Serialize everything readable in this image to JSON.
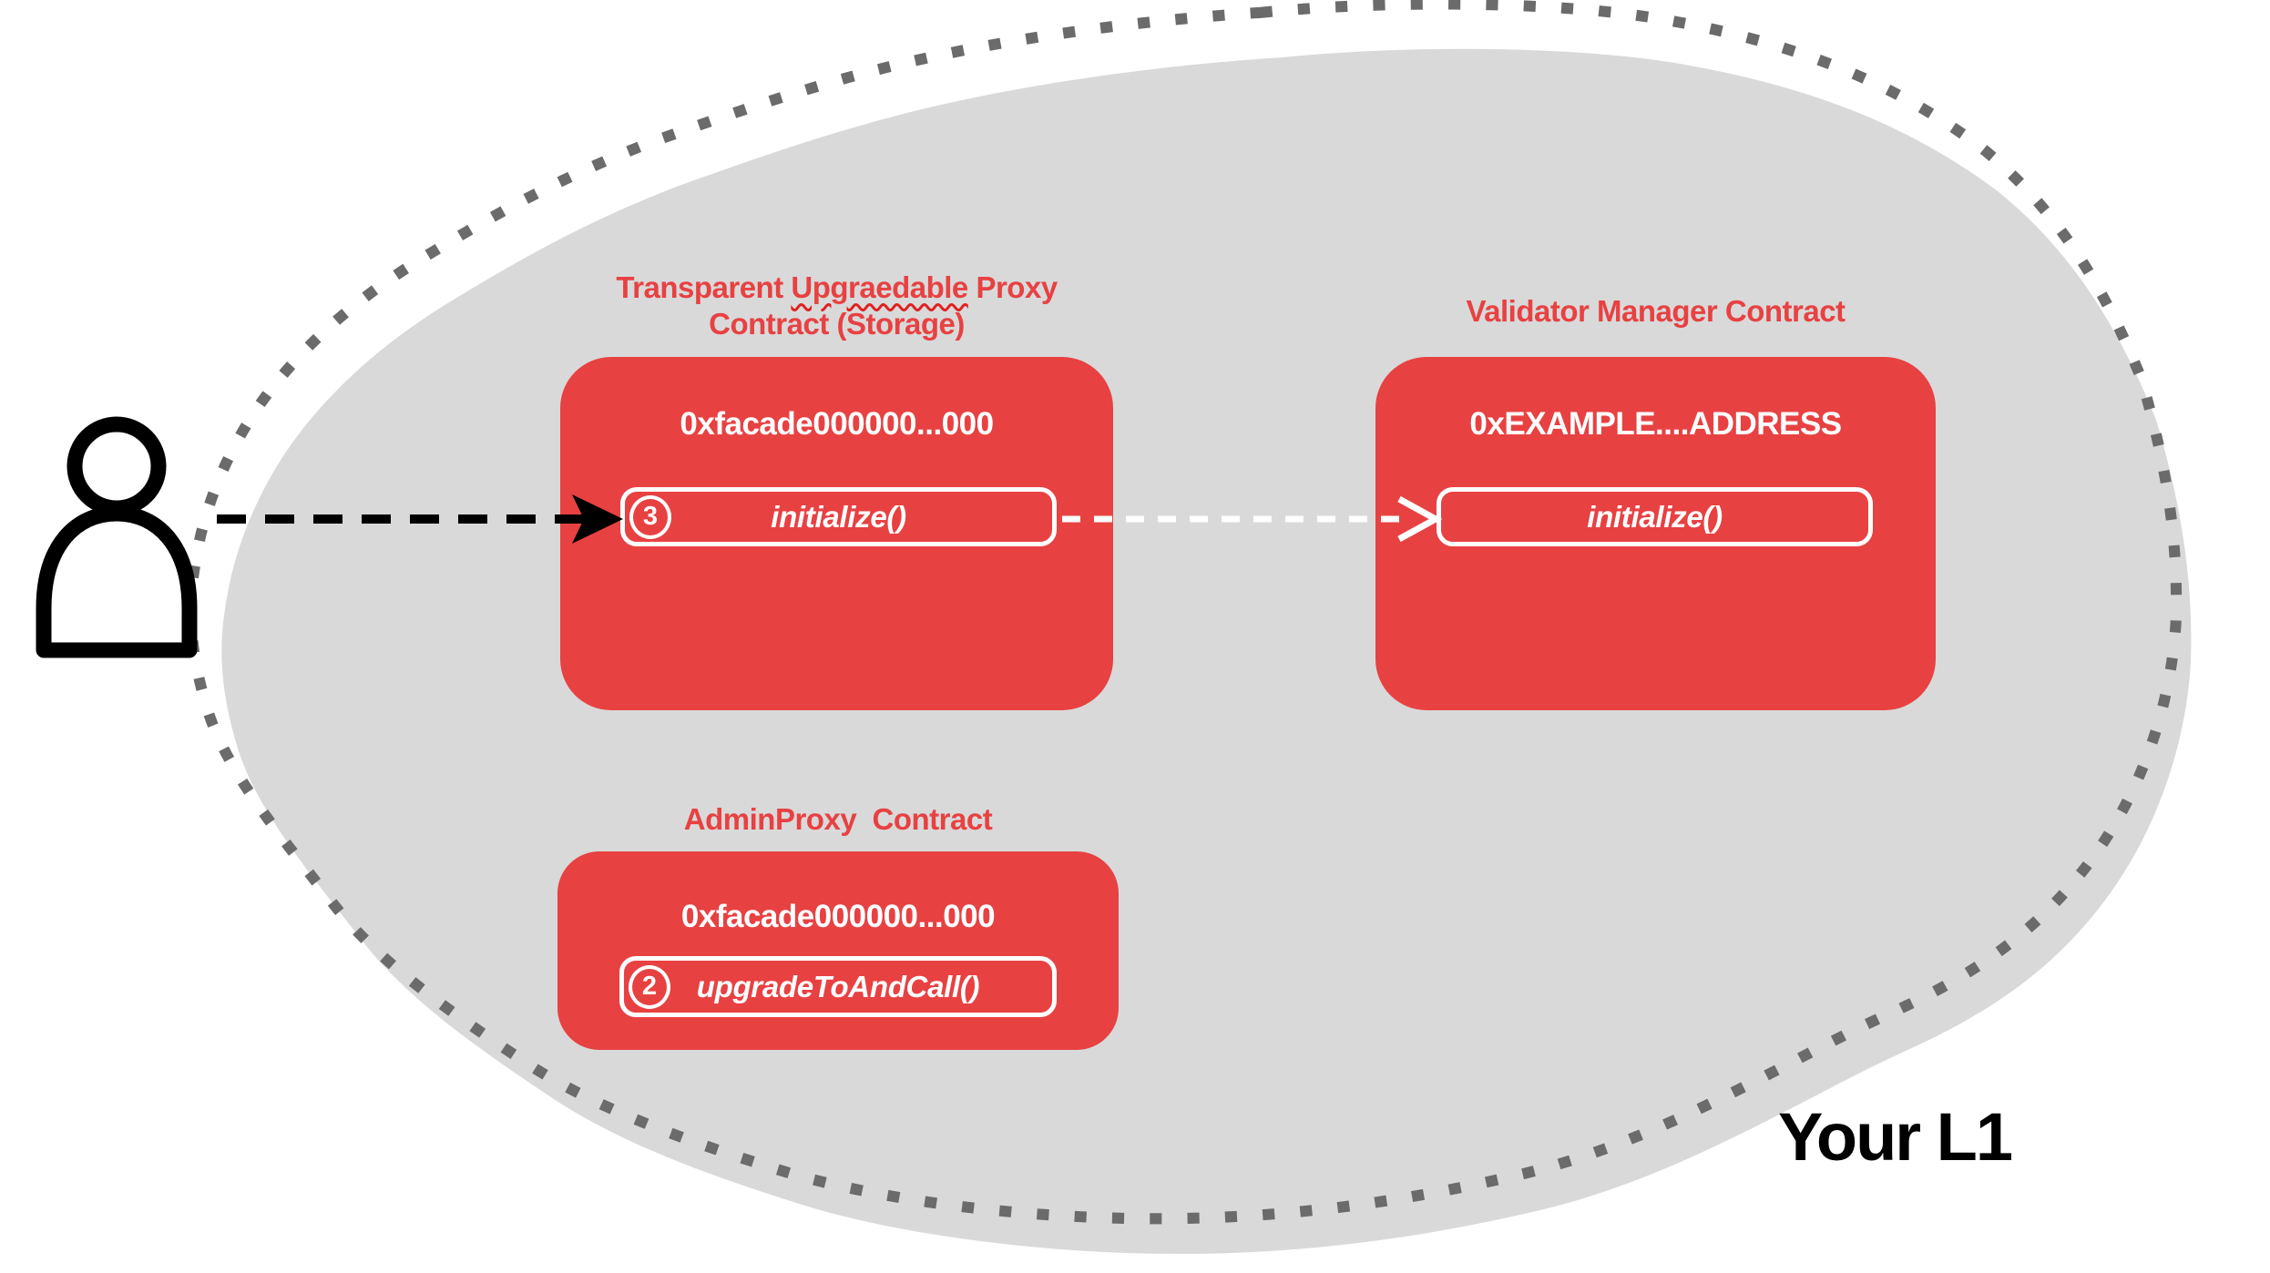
{
  "region": {
    "label": "Your L1"
  },
  "actor": {
    "name": "user"
  },
  "contracts": {
    "proxy": {
      "title": {
        "pre": "Transparent ",
        "misspelled": "Upgraedable",
        "post": " Proxy",
        "line2": "Contract (Storage)"
      },
      "address": "0xfacade000000...000",
      "method": {
        "step": "3",
        "label": "initialize()"
      }
    },
    "validator": {
      "title": "Validator Manager Contract",
      "address": "0xEXAMPLE....ADDRESS",
      "method": {
        "label": "initialize()"
      }
    },
    "admin": {
      "title": "AdminProxy  Contract",
      "address": "0xfacade000000...000",
      "method": {
        "step": "2",
        "label": "upgradeToAndCall()"
      }
    }
  },
  "colors": {
    "red": "#e84142",
    "blob": "#d9d9d9",
    "dash": "#6b6b6b",
    "ink": "#000000",
    "white": "#ffffff"
  }
}
